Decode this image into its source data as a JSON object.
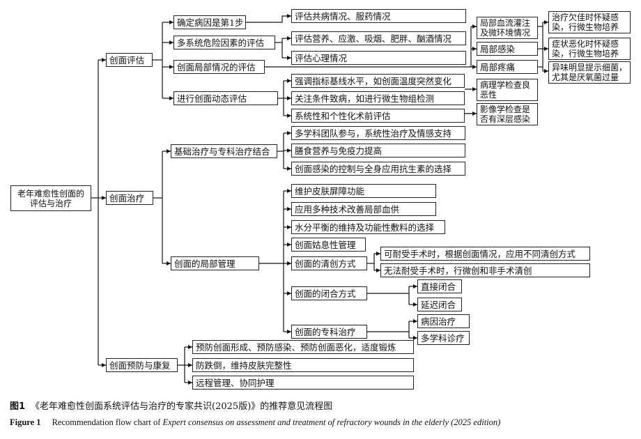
{
  "root": "老年难愈性创面的评估与治疗",
  "branches": {
    "assessment": "创面评估",
    "treatment": "创面治疗",
    "prevention": "创面预防与康复"
  },
  "assessment": {
    "cause": "确定病因是第1步",
    "risk": "多系统危险因素的评估",
    "local": "创面局部情况的评估",
    "dynamic": "进行创面动态评估",
    "comorbid": "评估共病情况、服药情况",
    "nutrition": "评估营养、应激、吸烟、肥胖、酗酒情况",
    "psych": "评估心理情况",
    "perfusion": "局部血流灌注及微环境情况",
    "infection": "局部感染",
    "pain": "局部疼痛",
    "nonhealing": "治疗欠佳时怀疑感染，行微生物培养",
    "worsening": "症状恶化时怀疑感染，行微生物培养",
    "odor": "异味明显提示细菌，尤其是厌氧菌过量",
    "baseline": "强调指标基线水平，如创面温度突然变化",
    "conditional": "关注条件致病，如进行微生物组检测",
    "systematic": "系统性和个性化术前评估",
    "pathology": "病理学检查良恶性",
    "imaging": "影像学检查是否有深层感染"
  },
  "treatment": {
    "basic": "基础治疗与专科治疗结合",
    "mdt": "多学科团队参与，系统性治疗及情感支持",
    "diet": "膳食营养与免疫力提高",
    "antibiotic": "创面感染的控制与全身应用抗生素的选择",
    "local": "创面的局部管理",
    "skin": "维护皮肤屏障功能",
    "blood": "应用多种技术改善局部血供",
    "moisture": "水分平衡的维持及功能性敷料的选择",
    "palliative": "创面姑息性管理",
    "debride": "创面的清创方式",
    "tolerant": "可耐受手术时，根据创面情况，应用不同清创方式",
    "intolerant": "无法耐受手术时，行微创和非手术清创",
    "closure": "创面的闭合方式",
    "direct": "直接闭合",
    "delayed": "延迟闭合",
    "special": "创面的专科治疗",
    "etiology": "病因治疗",
    "mdt_clinic": "多学科诊疗"
  },
  "prevention": {
    "form": "预防创面形成、预防感染、预防创面恶化，适度锻炼",
    "fall": "防跌倒，维持皮肤完整性",
    "remote": "远程管理、协同护理"
  },
  "caption": {
    "zh_label": "图1",
    "zh_text": "《老年难愈性创面系统评估与治疗的专家共识(2025版)》的推荐意见流程图",
    "en_label": "Figure 1",
    "en_text_1": "Recommendation flow chart of ",
    "en_text_italic": "Expert consensus on assessment and treatment of refractory wounds in the elderly (2025 edition)"
  }
}
